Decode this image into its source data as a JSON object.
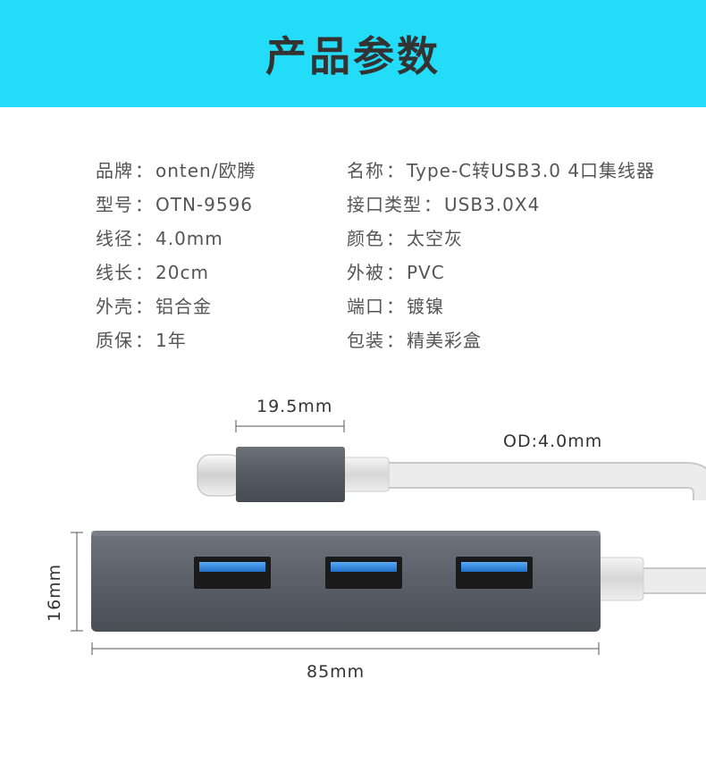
{
  "header": {
    "title": "产品参数"
  },
  "specs": [
    {
      "label": "品牌",
      "value": "onten/欧腾"
    },
    {
      "label": "型号",
      "value": "OTN-9596"
    },
    {
      "label": "线径",
      "value": "4.0mm"
    },
    {
      "label": "线长",
      "value": "20cm"
    },
    {
      "label": "外壳",
      "value": "铝合金"
    },
    {
      "label": "质保",
      "value": "1年"
    },
    {
      "label": "名称",
      "value": "Type-C转USB3.0 4口集线器"
    },
    {
      "label": "接口类型",
      "value": "USB3.0X4"
    },
    {
      "label": "颜色",
      "value": "太空灰"
    },
    {
      "label": "外被",
      "value": "PVC"
    },
    {
      "label": "端口",
      "value": "镀镍"
    },
    {
      "label": "包装",
      "value": "精美彩盒"
    }
  ],
  "separator": "：",
  "diagram": {
    "connector_length": "19.5mm",
    "cable_od": "OD:4.0mm",
    "hub_height": "16mm",
    "hub_length": "85mm"
  },
  "colors": {
    "banner": "#23dcf7",
    "hub_body": "#5b6068",
    "usb_port_blue": "#2f86e0",
    "cable": "#e6e6e6"
  }
}
